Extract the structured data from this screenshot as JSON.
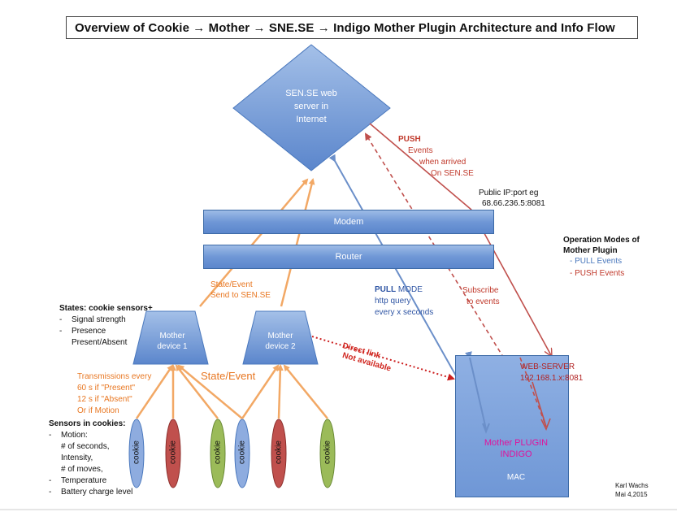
{
  "title": "Overview of  Cookie → Mother  → SNE.SE → Indigo Mother Plugin Architecture and Info Flow",
  "server": {
    "line1": "SEN.SE web",
    "line2": "server in",
    "line3": "Internet"
  },
  "modem_label": "Modem",
  "router_label": "Router",
  "mother1": {
    "line1": "Mother",
    "line2": "device 1"
  },
  "mother2": {
    "line1": "Mother",
    "line2": "device 2"
  },
  "cookie_label": "cookie",
  "state_event": "State/Event",
  "state_event_send": {
    "line1": "State/Event",
    "line2": "Send to SEN.SE"
  },
  "push": {
    "title": "PUSH",
    "line1": "Events",
    "line2": "when arrived",
    "line3": "On SEN.SE"
  },
  "public_ip": {
    "line1": "Public IP:port eg",
    "line2": "68.66.236.5:8081"
  },
  "pull": {
    "title": "PULL",
    "mode": "MODE",
    "line1": "http query",
    "line2": "every x seconds"
  },
  "subscribe": {
    "line1": "Subscribe",
    "line2": "to events"
  },
  "operation_modes": {
    "title1": "Operation Modes of",
    "title2": "Mother Plugin",
    "item1": "- PULL Events",
    "item2": "- PUSH Events"
  },
  "direct_link": {
    "line1": "Direct link",
    "line2": "Not available"
  },
  "webserver": {
    "line1": "WEB-SERVER",
    "line2": "192.168.1.x:8081"
  },
  "plugin": {
    "line1": "Mother PLUGIN",
    "line2": "INDIGO"
  },
  "mac_label": "MAC",
  "states": {
    "title": "States: cookie sensors+",
    "items": [
      "Signal strength",
      "Presence",
      "Present/Absent"
    ]
  },
  "transmissions": {
    "line1": "Transmissions every",
    "line2": "60 s if \"Present\"",
    "line3": "12 s if \"Absent\"",
    "line4": "Or if Motion"
  },
  "sensors": {
    "title": "Sensors in cookies:",
    "motion": "Motion:",
    "m1": "# of seconds,",
    "m2": "Intensity,",
    "m3": "# of moves,",
    "temperature": "Temperature",
    "battery": "Battery charge level"
  },
  "author": {
    "line1": "Karl Wachs",
    "line2": "Mai 4,2015"
  },
  "colors": {
    "orange": "#f2a865",
    "blue": "#6b8fc9",
    "red": "#c0504d",
    "green": "#9bbb59",
    "cookie_blue": "#8eacdf",
    "magenta": "#e0139c"
  }
}
